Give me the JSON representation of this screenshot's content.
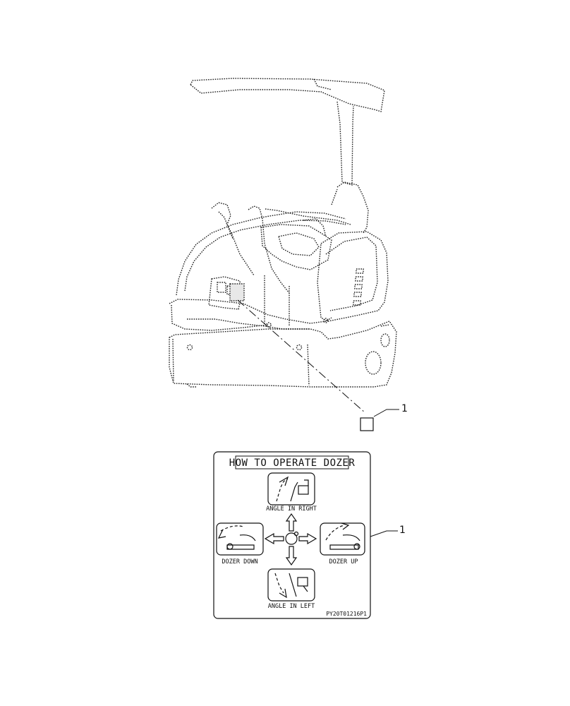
{
  "callouts": {
    "machine_item": "1",
    "decal_item": "1"
  },
  "decal": {
    "title": "HOW TO OPERATE DOZER",
    "labels": {
      "top": "ANGLE IN RIGHT",
      "left": "DOZER DOWN",
      "right": "DOZER UP",
      "bottom": "ANGLE IN LEFT"
    },
    "part_code": "PY20T01216P1"
  },
  "icons": [
    "machine-outline",
    "decal-blade-icon",
    "arrow-icon",
    "lever-knob-icon"
  ]
}
